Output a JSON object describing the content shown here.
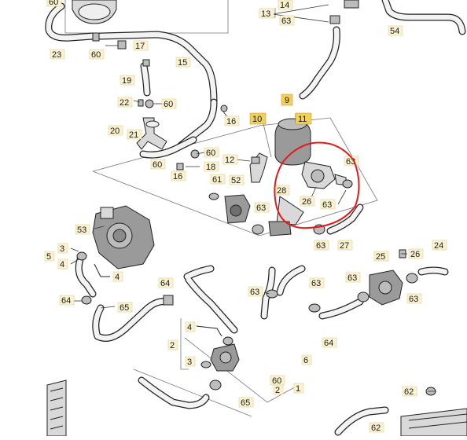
{
  "diagram": {
    "callouts": {
      "c60a": "60",
      "c14": "14",
      "c13": "13",
      "c63a": "63",
      "c54": "54",
      "c23": "23",
      "c60b": "60",
      "c17": "17",
      "c15": "15",
      "c19": "19",
      "c22": "22",
      "c60c": "60",
      "c16a": "16",
      "c20": "20",
      "c21": "21",
      "c9": "9",
      "c10": "10",
      "c11": "11",
      "c60d": "60",
      "c18a": "18",
      "c12": "12",
      "c60e": "60",
      "c16b": "16",
      "c61": "61",
      "c52": "52",
      "c63b": "63",
      "c28": "28",
      "c26a": "26",
      "c63c": "63",
      "c63d": "63",
      "c63e": "63",
      "c27": "27",
      "c53": "53",
      "c5": "5",
      "c3a": "3",
      "c4a": "4",
      "c4b": "4",
      "c25": "25",
      "c26b": "26",
      "c24": "24",
      "c63f": "63",
      "c63g": "63",
      "c63h": "63",
      "c64a": "64",
      "c64b": "64",
      "c65a": "65",
      "c63i": "63",
      "c2a": "2",
      "c4c": "4",
      "c3b": "3",
      "c64c": "64",
      "c6": "6",
      "c60f": "60",
      "c2b": "2",
      "c1": "1",
      "c65b": "65",
      "c62a": "62",
      "c62b": "62"
    },
    "highlight_color": "#e01b1b"
  }
}
